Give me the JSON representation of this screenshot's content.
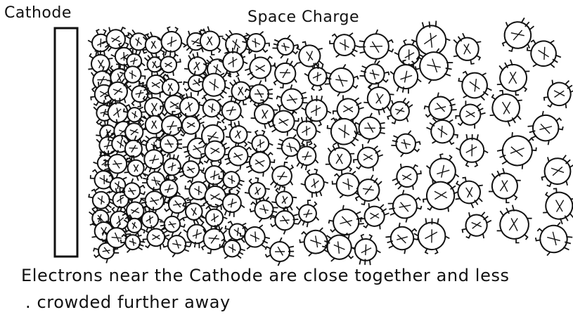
{
  "labels": {
    "cathode": "Cathode",
    "space_charge": "Space Charge"
  },
  "caption": {
    "line1": "Electrons near the Cathode are close together and less",
    "line2": ". crowded further away"
  },
  "style": {
    "ink_color": "#111111",
    "background_color": "#ffffff"
  }
}
